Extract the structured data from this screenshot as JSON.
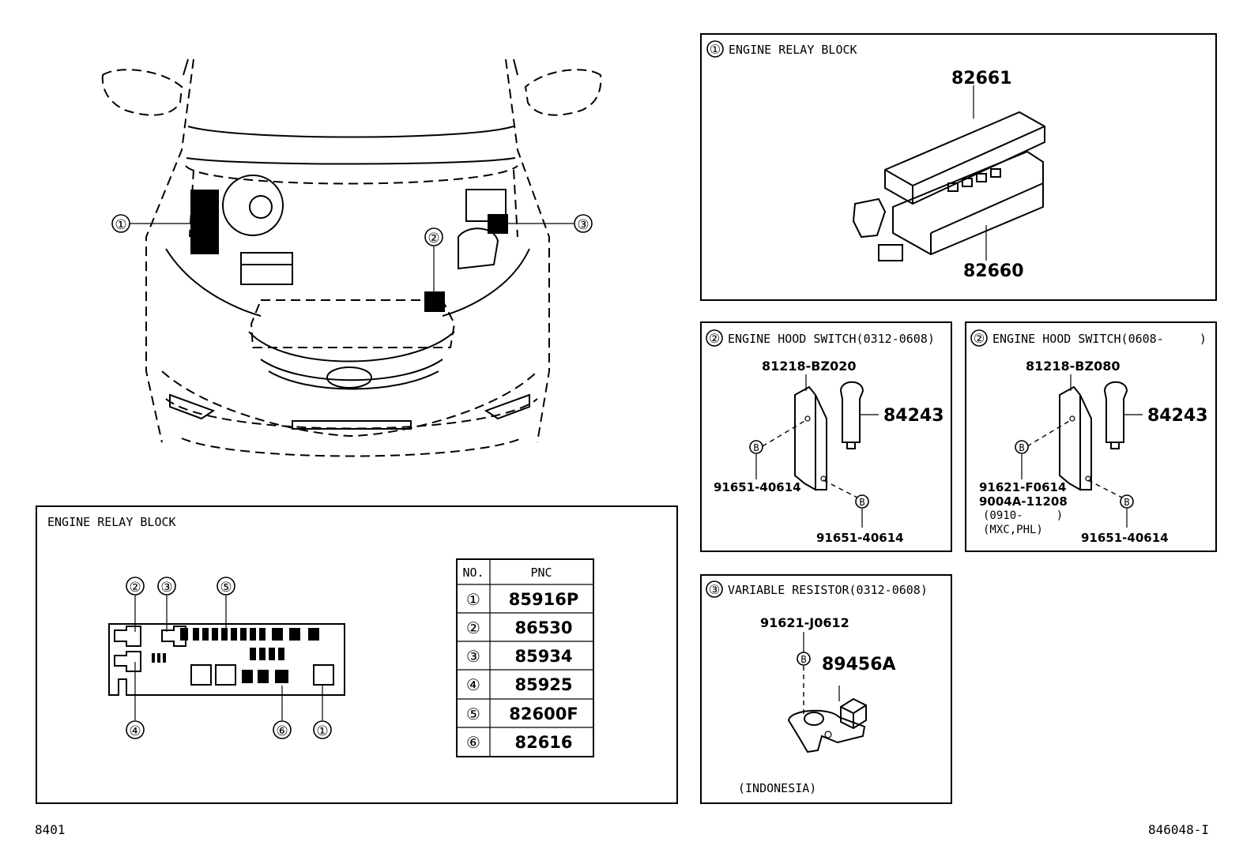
{
  "overview": {
    "callouts": [
      "①",
      "②",
      "③"
    ]
  },
  "relay_legend": {
    "title": "ENGINE RELAY BLOCK",
    "callouts_top": [
      "②",
      "③",
      "⑤"
    ],
    "callouts_bottom": [
      "④",
      "⑥",
      "①"
    ],
    "table": {
      "headers": [
        "NO.",
        "PNC"
      ],
      "rows": [
        {
          "no": "①",
          "pnc": "85916P"
        },
        {
          "no": "②",
          "pnc": "86530"
        },
        {
          "no": "③",
          "pnc": "85934"
        },
        {
          "no": "④",
          "pnc": "85925"
        },
        {
          "no": "⑤",
          "pnc": "82600F"
        },
        {
          "no": "⑥",
          "pnc": "82616"
        }
      ]
    }
  },
  "panel_relay_block": {
    "num": "①",
    "title": "ENGINE RELAY BLOCK",
    "parts": [
      "82661",
      "82660"
    ]
  },
  "panel_hood_switch_a": {
    "num": "②",
    "title": "ENGINE HOOD SWITCH(0312-0608)",
    "part_top": "81218-BZ020",
    "part_right": "84243",
    "bolt_left": "91651-40614",
    "bolt_right": "91651-40614",
    "b_marker": "B"
  },
  "panel_hood_switch_b": {
    "num": "②",
    "title": "ENGINE HOOD SWITCH(0608-     )",
    "part_top": "81218-BZ080",
    "part_right": "84243",
    "bolt_left_1": "91621-F0614",
    "bolt_left_2": "9004A-11208",
    "bolt_left_3": "(0910-     )",
    "bolt_left_4": "(MXC,PHL)",
    "bolt_right": "91651-40614",
    "b_marker": "B"
  },
  "panel_variable_resistor": {
    "num": "③",
    "title": "VARIABLE RESISTOR(0312-0608)",
    "bolt": "91621-J0612",
    "part": "89456A",
    "note": "(INDONESIA)",
    "b_marker": "B"
  },
  "footer": {
    "page_code": "8401",
    "figure_code": "846048-I"
  }
}
